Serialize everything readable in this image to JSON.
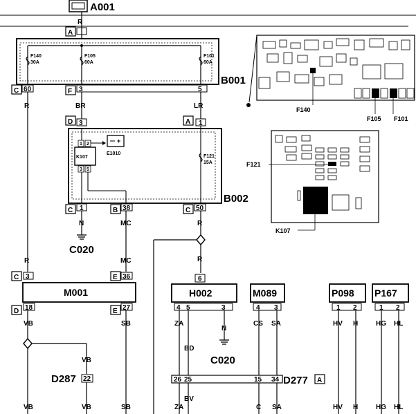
{
  "components": {
    "a001": "A001",
    "b001": "B001",
    "b002": "B002",
    "m001": "M001",
    "h002": "H002",
    "m089": "M089",
    "p098": "P098",
    "p167": "P167",
    "d277": "D277",
    "d287": "D287",
    "k107": "K107",
    "e1010": "E1010",
    "ground_1": "C020",
    "ground_2": "C020"
  },
  "connectors": {
    "a": "A",
    "c": "C",
    "f": "F",
    "d": "D",
    "b": "B",
    "e": "E"
  },
  "fuses": {
    "f140_name": "F140",
    "f140_rating": "30A",
    "f105_name": "F105",
    "f105_rating": "60A",
    "f101_name": "F101",
    "f101_rating": "60A",
    "f121_name": "F121",
    "f121_rating": "15A"
  },
  "pins": {
    "p60": "60",
    "p3": "3",
    "p5": "5",
    "p1": "1",
    "p38": "38",
    "p50": "50",
    "p36": "36",
    "p18": "18",
    "p27": "27",
    "p6": "6",
    "p4": "4",
    "p22": "22",
    "p2": "2",
    "p26": "26",
    "p25": "25",
    "p15": "15",
    "p34": "34",
    "k1": "1",
    "k2": "2",
    "k3": "3",
    "k5": "5"
  },
  "wires": {
    "r": "R",
    "br": "BR",
    "lr": "LR",
    "n": "N",
    "mc": "MC",
    "vb": "VB",
    "sb": "SB",
    "za": "ZA",
    "bd": "BD",
    "bv": "BV",
    "cs": "CS",
    "sa": "SA",
    "c": "C",
    "hv": "HV",
    "h": "H",
    "hg": "HG",
    "hl": "HL"
  },
  "callouts": {
    "f140": "F140",
    "f105": "F105",
    "f101": "F101",
    "f121": "F121",
    "k107": "K107"
  }
}
